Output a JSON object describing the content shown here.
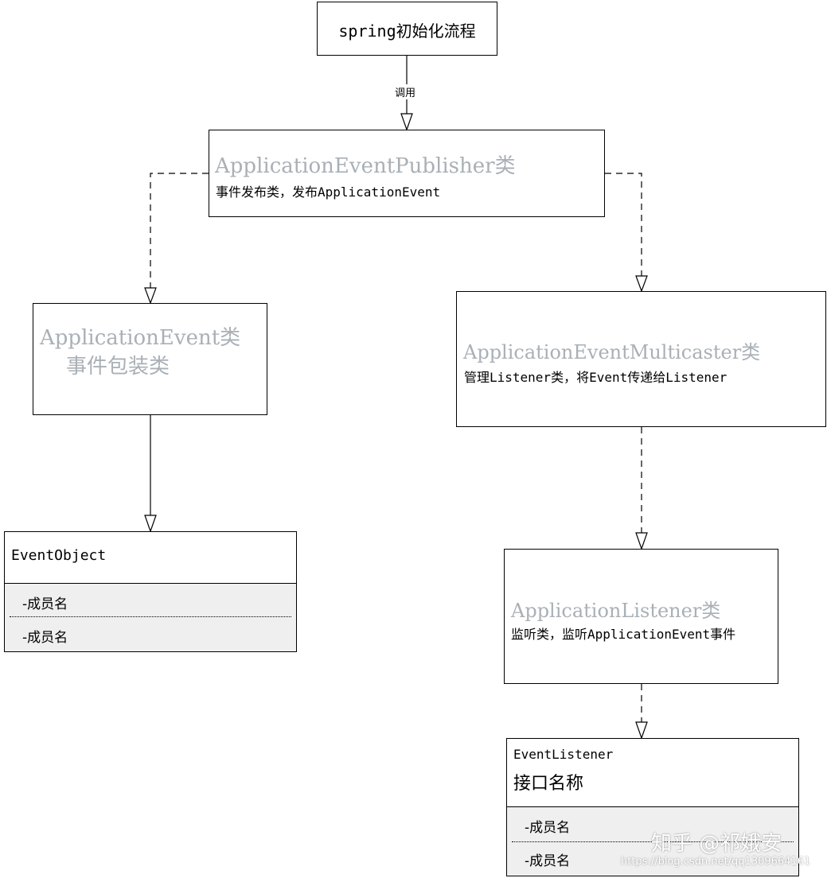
{
  "nodes": {
    "spring_init": {
      "title": "spring初始化流程"
    },
    "publisher": {
      "title": "ApplicationEventPublisher类",
      "desc": "事件发布类，发布ApplicationEvent"
    },
    "application_event": {
      "title_line1": "ApplicationEvent类",
      "title_line2": "事件包装类"
    },
    "multicaster": {
      "title": "ApplicationEventMulticaster类",
      "desc": "管理Listener类，将Event传递给Listener"
    },
    "event_object": {
      "name": "EventObject",
      "members": [
        "-成员名",
        "-成员名"
      ]
    },
    "application_listener": {
      "title": "ApplicationListener类",
      "desc": "监听类，监听ApplicationEvent事件"
    },
    "event_listener": {
      "name": "EventListener",
      "subtitle": "接口名称",
      "members": [
        "-成员名",
        "-成员名"
      ]
    }
  },
  "edges": {
    "call_label": "调用"
  },
  "watermark": {
    "text": "知乎 @祁娥安",
    "url": "https://blog.csdn.net/qq1309664161"
  }
}
